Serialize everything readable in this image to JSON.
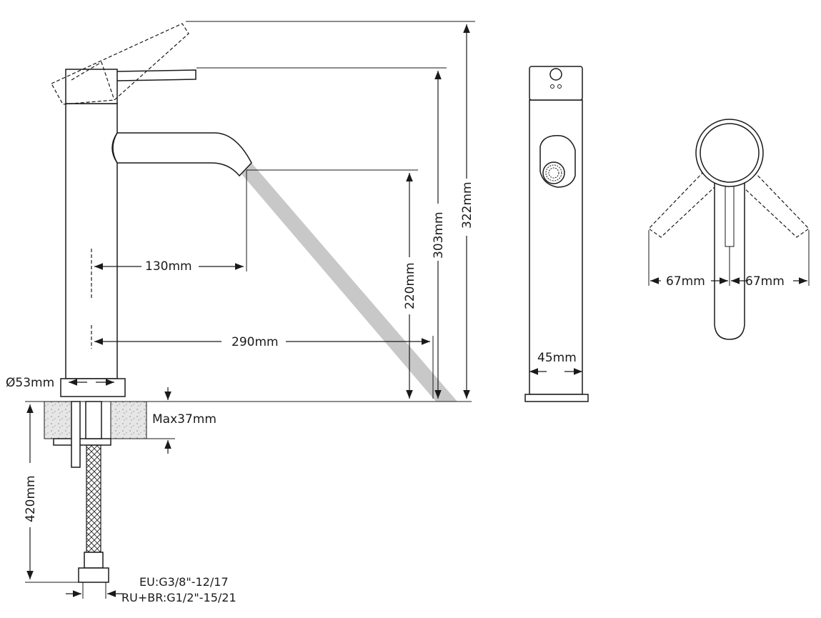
{
  "colors": {
    "line": "#1a1a1a",
    "water_stream": "#c8c8c8",
    "counter_fill": "#e6e6e6",
    "background": "#ffffff"
  },
  "dimensions": {
    "height_total": "322mm",
    "height_body": "303mm",
    "spout_clearance": "220mm",
    "spout_projection": "130mm",
    "spout_reach": "290mm",
    "base_diameter": "Ø53mm",
    "deck_thickness": "Max37mm",
    "hose_length": "420mm",
    "side_width": "45mm",
    "handle_swing_left": "67mm",
    "handle_swing_right": "67mm"
  },
  "connections": {
    "eu": "EU:G3/8\"-12/17",
    "ru_br": "RU+BR:G1/2\"-15/21"
  }
}
